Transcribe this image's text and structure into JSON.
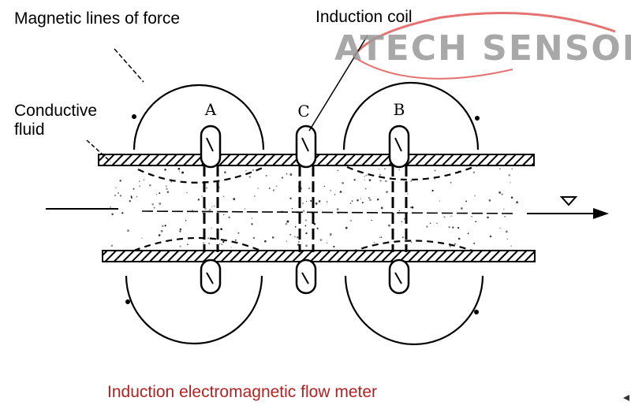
{
  "labels": {
    "magnetic_lines": "Magnetic lines of force",
    "induction_coil": "Induction coil",
    "conductive_line1": "Conductive",
    "conductive_line2": "fluid",
    "coil_a": "A",
    "coil_b": "B",
    "coil_c": "C"
  },
  "logo": {
    "text": "ATECH SENSOR"
  },
  "caption": "Induction electromagnetic flow meter",
  "colors": {
    "caption": "#b22222",
    "logo_arc": "#e57373",
    "logo_text": "#9a9a9a",
    "ink": "#000000"
  }
}
